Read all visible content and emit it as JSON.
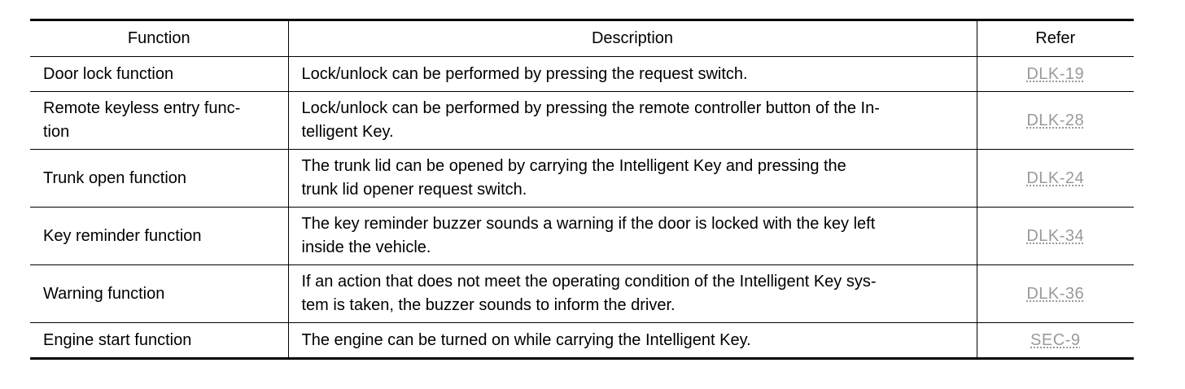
{
  "table": {
    "headers": {
      "function": "Function",
      "description": "Description",
      "refer": "Refer"
    },
    "rows": [
      {
        "function": "Door lock function",
        "description": "Lock/unlock can be performed by pressing the request switch.",
        "refer": "DLK-19"
      },
      {
        "function": "Remote keyless entry function",
        "description": "Lock/unlock can be performed by pressing the remote controller button of the Intelligent Key.",
        "refer": "DLK-28"
      },
      {
        "function": "Trunk open function",
        "description": "The trunk lid can be opened by carrying the Intelligent Key and pressing the trunk lid opener request switch.",
        "refer": "DLK-24"
      },
      {
        "function": "Key reminder function",
        "description": "The key reminder buzzer sounds a warning if the door is locked with the key left inside the vehicle.",
        "refer": "DLK-34"
      },
      {
        "function": "Warning function",
        "description": "If an action that does not meet the operating condition of the Intelligent Key system is taken, the buzzer sounds to inform the driver.",
        "refer": "DLK-36"
      },
      {
        "function": "Engine start function",
        "description": "The engine can be turned on while carrying the Intelligent Key.",
        "refer": "SEC-9"
      }
    ]
  }
}
